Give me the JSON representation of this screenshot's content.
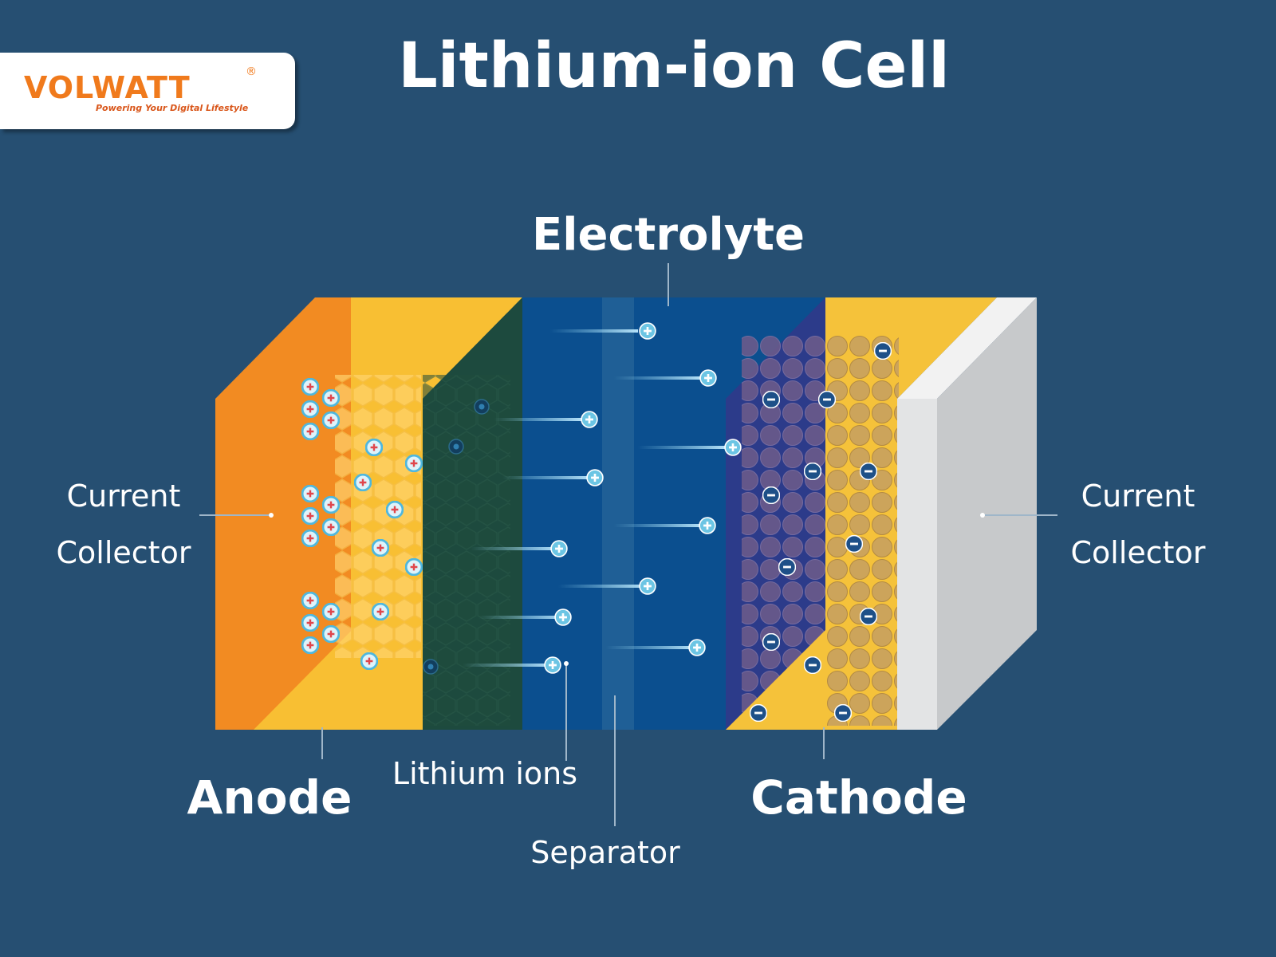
{
  "brand": {
    "name": "VOLWATT",
    "registered_mark": "®",
    "tagline": "Powering Your Digital Lifestyle",
    "color": "#f07a1c"
  },
  "title": "Lithium-ion Cell",
  "labels": {
    "electrolyte": "Electrolyte",
    "current_collector_left": [
      "Current",
      "Collector"
    ],
    "current_collector_right": [
      "Current",
      "Collector"
    ],
    "anode": "Anode",
    "lithium_ions": "Lithium ions",
    "cathode": "Cathode",
    "separator": "Separator"
  },
  "colors": {
    "background": "#264f72",
    "anode_collector": "#f28b22",
    "anode": "#f8bf33",
    "electrolyte": "#0b4f8f",
    "separator": "#1f5f96",
    "cathode": "#f5c23a",
    "cathode_collector": "#d7d9db"
  },
  "icons": {
    "positive_ion": "plus-circle-icon",
    "negative_ion": "minus-circle-icon"
  }
}
